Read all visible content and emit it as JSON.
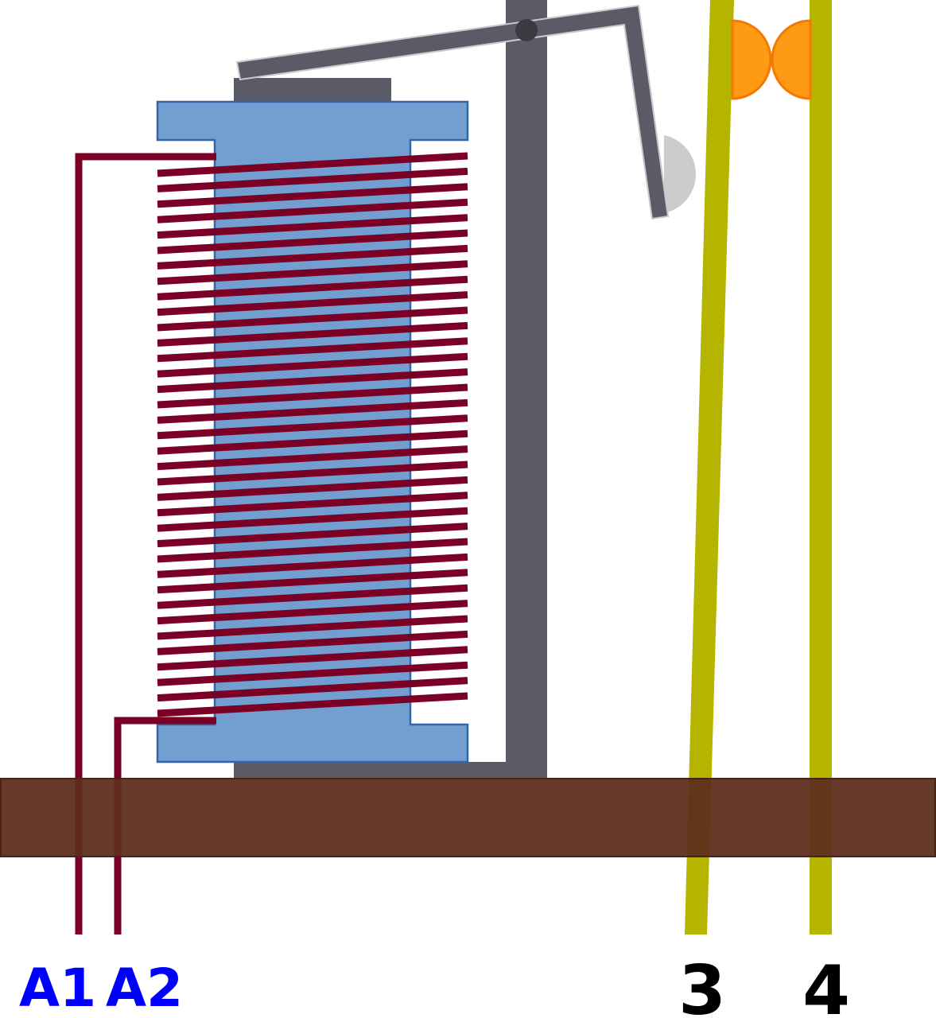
{
  "labels": {
    "a1": "A1",
    "a2": "A2",
    "t3": "3",
    "t4": "4"
  },
  "colors": {
    "base": "#5c2e1d",
    "base_edge": "#4a2314",
    "yoke": "#5a5b66",
    "bobbin": "#729fcf",
    "bobbin_edge": "#3465a4",
    "coil_wire": "#7a0026",
    "spring_contact": "#b5b500",
    "contact_pad": "#ff9a14",
    "contact_pad_edge": "#f57900",
    "armature_stop": "#cccccc",
    "coil_label": "#0000ff",
    "contact_label": "#000000"
  },
  "coil": {
    "turns": 36
  }
}
